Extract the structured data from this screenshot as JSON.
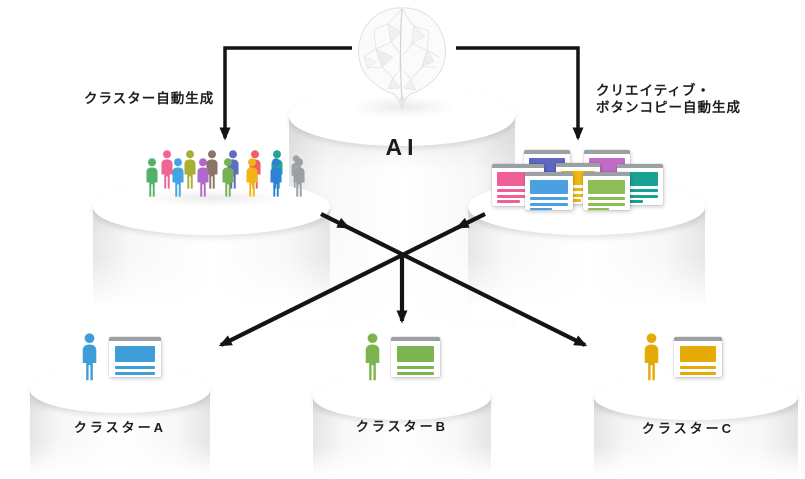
{
  "diagram": {
    "title_ai": "AI",
    "flow_left_label": "クラスター自動生成",
    "flow_right_label_line1": "クリエイティブ・",
    "flow_right_label_line2": "ボタンコピー自動生成"
  },
  "clusters": [
    {
      "label": "クラスターA",
      "color": "#3f9ed8"
    },
    {
      "label": "クラスターB",
      "color": "#7cb44f"
    },
    {
      "label": "クラスターC",
      "color": "#e4aa07"
    }
  ],
  "crowd": {
    "back_colors": [
      "#ee6596",
      "#a9ae35",
      "#8c7367",
      "#5f6cc2",
      "#ef5f66",
      "#1ea890",
      "#9fa5a9"
    ],
    "front_colors": [
      "#54b16a",
      "#45a3e2",
      "#b168cc",
      "#74b255",
      "#f2b614",
      "#2f80d8",
      "#9aa0a4"
    ]
  },
  "creative_cards": [
    {
      "color": "#5b67c0"
    },
    {
      "color": "#c06cc8"
    },
    {
      "color": "#f05f97"
    },
    {
      "color": "#f2b614"
    },
    {
      "color": "#17a294"
    },
    {
      "color": "#4aa0e0"
    },
    {
      "color": "#8cbd56"
    }
  ],
  "style": {
    "arrow_color": "#141414",
    "card_titlebar_color": "#9aa0a3",
    "text_color": "#1c1c1c"
  }
}
